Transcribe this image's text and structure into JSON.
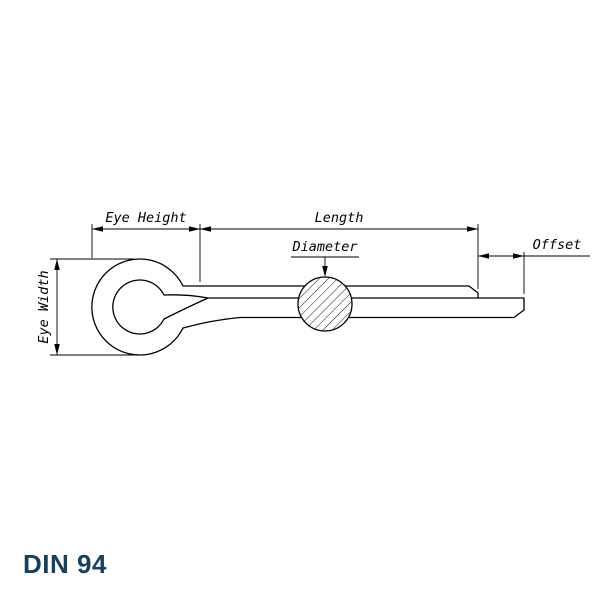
{
  "title": "DIN 94",
  "colors": {
    "line": "#000000",
    "title_text": "#17405f",
    "background": "#ffffff"
  },
  "dimensions": {
    "eye_height": "Eye Height",
    "length": "Length",
    "diameter": "Diameter",
    "offset": "Offset",
    "eye_width": "Eye Width"
  }
}
